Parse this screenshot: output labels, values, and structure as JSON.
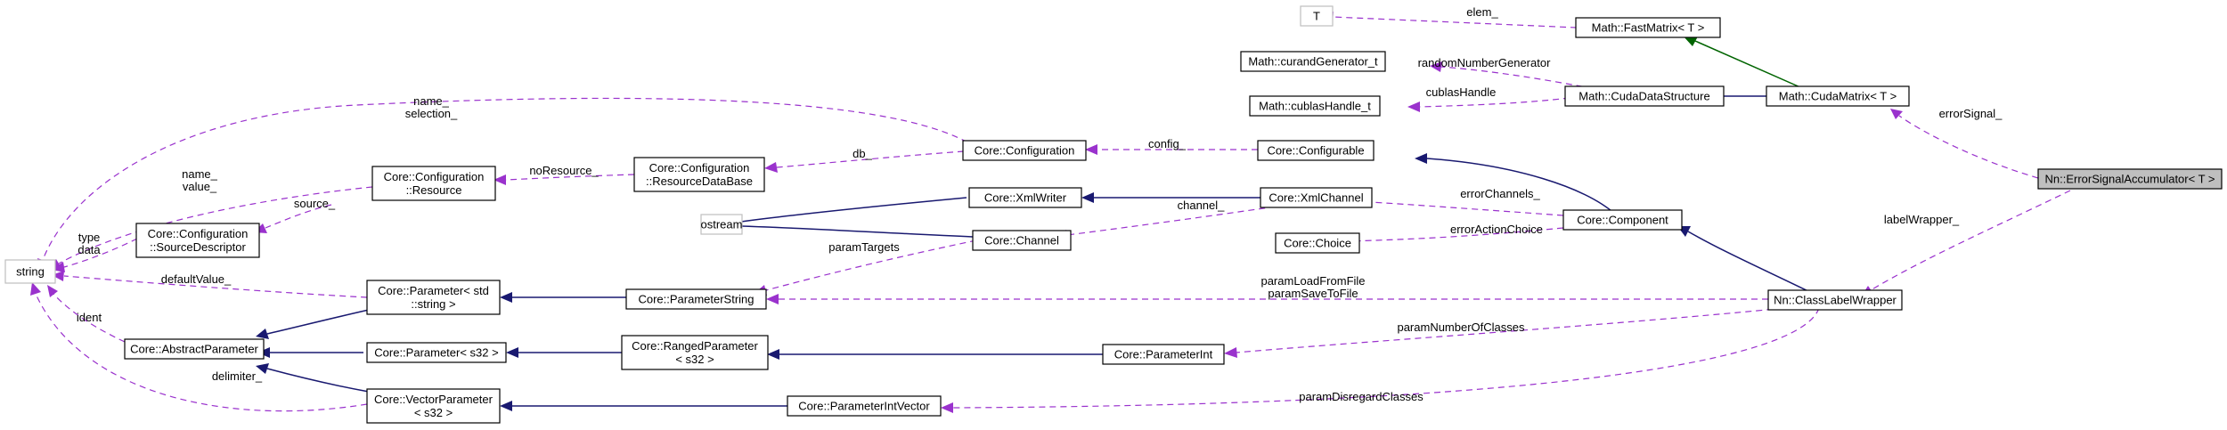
{
  "nodes": {
    "string": {
      "lines": [
        "string"
      ]
    },
    "ostream": {
      "lines": [
        "ostream"
      ]
    },
    "t_param": {
      "lines": [
        "T"
      ]
    },
    "fastmatrix": {
      "lines": [
        "Math::FastMatrix< T >"
      ]
    },
    "curand": {
      "lines": [
        "Math::curandGenerator_t"
      ]
    },
    "cublas": {
      "lines": [
        "Math::cublasHandle_t"
      ]
    },
    "cudads": {
      "lines": [
        "Math::CudaDataStructure"
      ]
    },
    "cudamatrix": {
      "lines": [
        "Math::CudaMatrix< T >"
      ]
    },
    "errsig": {
      "lines": [
        "Nn::ErrorSignalAccumulator< T >"
      ]
    },
    "configuration": {
      "lines": [
        "Core::Configuration"
      ]
    },
    "configurable": {
      "lines": [
        "Core::Configurable"
      ]
    },
    "resdb": {
      "lines": [
        "Core::Configuration",
        "::ResourceDataBase"
      ]
    },
    "resource": {
      "lines": [
        "Core::Configuration",
        "::Resource"
      ]
    },
    "srcdesc": {
      "lines": [
        "Core::Configuration",
        "::SourceDescriptor"
      ]
    },
    "xmlwriter": {
      "lines": [
        "Core::XmlWriter"
      ]
    },
    "xmlchannel": {
      "lines": [
        "Core::XmlChannel"
      ]
    },
    "channel": {
      "lines": [
        "Core::Channel"
      ]
    },
    "choice": {
      "lines": [
        "Core::Choice"
      ]
    },
    "component": {
      "lines": [
        "Core::Component"
      ]
    },
    "paramstd": {
      "lines": [
        "Core::Parameter< std",
        "::string >"
      ]
    },
    "paramstring": {
      "lines": [
        "Core::ParameterString"
      ]
    },
    "classlabel": {
      "lines": [
        "Nn::ClassLabelWrapper"
      ]
    },
    "abstractparam": {
      "lines": [
        "Core::AbstractParameter"
      ]
    },
    "params32": {
      "lines": [
        "Core::Parameter< s32 >"
      ]
    },
    "ranged": {
      "lines": [
        "Core::RangedParameter",
        "< s32 >"
      ]
    },
    "paramint": {
      "lines": [
        "Core::ParameterInt"
      ]
    },
    "vectorparam": {
      "lines": [
        "Core::VectorParameter",
        "< s32 >"
      ]
    },
    "paramintvec": {
      "lines": [
        "Core::ParameterIntVector"
      ]
    }
  },
  "edge_labels": {
    "elem": [
      "elem_"
    ],
    "random": [
      "randomNumberGenerator"
    ],
    "cublas": [
      "cublasHandle"
    ],
    "error_signal": [
      "errorSignal_"
    ],
    "label_wrapper": [
      "labelWrapper_"
    ],
    "config": [
      "config_"
    ],
    "db": [
      "db_"
    ],
    "no_resource": [
      "noResource_"
    ],
    "source": [
      "source_"
    ],
    "name_selection": [
      "name_",
      "selection_"
    ],
    "name_value": [
      "name_",
      "value_"
    ],
    "type_data": [
      "type",
      "data"
    ],
    "default_value": [
      "defaultValue_"
    ],
    "ident": [
      "ident"
    ],
    "delimiter": [
      "delimiter_"
    ],
    "channel": [
      "channel_"
    ],
    "error_channels": [
      "errorChannels_"
    ],
    "error_action": [
      "errorActionChoice"
    ],
    "param_targets": [
      "paramTargets"
    ],
    "param_load_save": [
      "paramLoadFromFile",
      "paramSaveToFile"
    ],
    "param_number": [
      "paramNumberOfClasses"
    ],
    "param_disregard": [
      "paramDisregardClasses"
    ]
  },
  "colors": {
    "inheritance": "#191970",
    "template_instance": "#006400",
    "usage": "#9a32cd",
    "focus_fill": "#bfbfbf",
    "external_border": "#bfbfbf"
  }
}
